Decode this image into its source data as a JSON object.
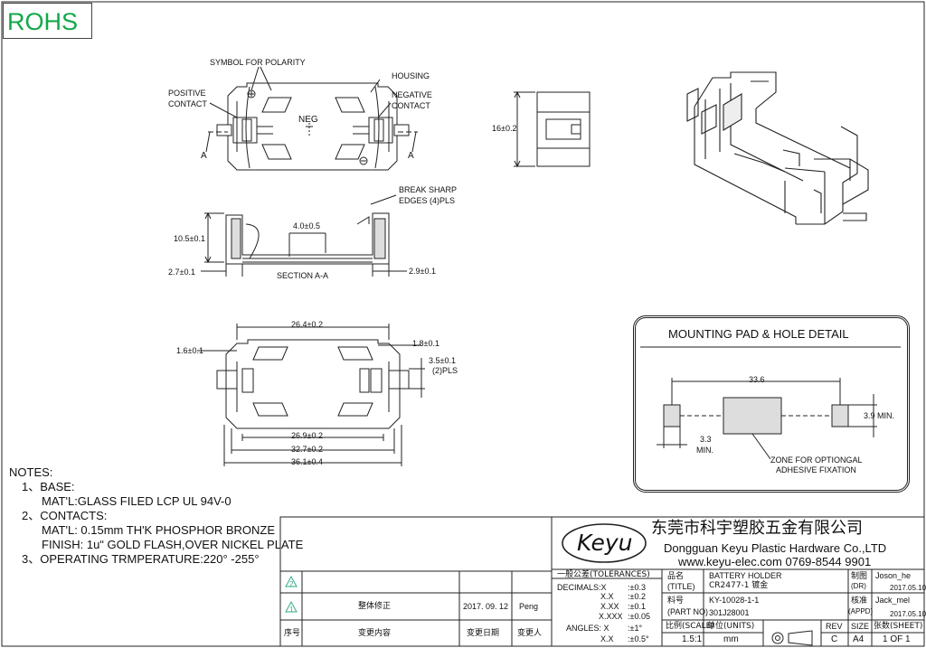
{
  "rohs": "ROHS",
  "top_view": {
    "symbol_for_polarity": "SYMBOL FOR POLARITY",
    "housing": "HOUSING",
    "positive_contact_1": "POSITIVE",
    "positive_contact_2": "CONTACT",
    "negative_contact_1": "NEGATIVE",
    "negative_contact_2": "CONTACT",
    "neg": "NEG",
    "section_mark_left": "A",
    "section_mark_right": "A",
    "dim_height": "16±0.2"
  },
  "section_view": {
    "break_sharp_1": "BREAK SHARP",
    "break_sharp_2": "EDGES (4)PLS",
    "dim_4": "4.0±0.5",
    "dim_10_5": "10.5±0.1",
    "dim_2_7": "2.7±0.1",
    "dim_2_9": "2.9±0.1",
    "section_label": "SECTION A-A"
  },
  "bottom_view": {
    "dim_26_4": "26.4±0.2",
    "dim_1_6": "1.6±0.1",
    "dim_1_8": "1.8±0.1",
    "dim_3_5": "3.5±0.1",
    "dim_3_5_pls": "(2)PLS",
    "dim_26_9": "26.9±0.2",
    "dim_32_7": "32.7±0.2",
    "dim_36_1": "36.1±0.4"
  },
  "mounting": {
    "title": "MOUNTING PAD & HOLE DETAIL",
    "dim_33_6": "33.6",
    "dim_3_9": "3.9 MIN.",
    "dim_3_3": "3.3",
    "dim_3_3_min": "MIN.",
    "zone_1": "ZONE FOR OPTIONGAL",
    "zone_2": "ADHESIVE FIXATION"
  },
  "notes": {
    "heading": "NOTES:",
    "n1": "1、BASE:",
    "n1a": "MAT'L:GLASS FILED LCP UL 94V-0",
    "n2": "2、CONTACTS:",
    "n2a": "MAT'L: 0.15mm TH'K PHOSPHOR BRONZE",
    "n2b": "FINISH: 1uʺ GOLD FLASH,OVER NICKEL PLATE",
    "n3": "3、OPERATING TRMPERATURE:220° -255°"
  },
  "title_block": {
    "logo": "Keyu",
    "company_cn": "东莞市科宇塑胶五金有限公司",
    "company_en": "Dongguan Keyu Plastic Hardware Co.,LTD",
    "web_phone": "www.keyu-elec.com   0769-8544 9901",
    "tol_header": "一般公差(TOLERANCES)",
    "tol_decimals": "DECIMALS:X",
    "tol_x": ":±0.3",
    "tol_xx_lbl": "X.X",
    "tol_xx": ":±0.2",
    "tol_xxx_lbl": "X.XX",
    "tol_xxx": ":±0.1",
    "tol_xxxx_lbl": "X.XXX",
    "tol_xxxx": ":±0.05",
    "angles": "ANGLES: X",
    "angle_x": ":±1°",
    "angle_xx_lbl": "X.X",
    "angle_xx": ":±0.5°",
    "title_lbl_cn": "品名",
    "title_lbl_en": "(TITLE)",
    "title_1": "BATTERY HOLDER",
    "title_2": "CR2477-1  镀金",
    "part_lbl_cn": "料号",
    "part_lbl_en": "(PART NO)",
    "part_1": "KY-10028-1-1",
    "part_2": "301J28001",
    "dr_lbl_cn": "制图",
    "dr_lbl_en": "(DR)",
    "dr_name": "Joson_he",
    "dr_date": "2017.05.10",
    "appd_lbl_cn": "核准",
    "appd_lbl_en": "(APPD)",
    "appd_name": "Jack_mel",
    "appd_date": "2017.05.10",
    "scale_lbl": "比例(SCALE)",
    "scale": "1.5:1",
    "units_lbl": "单位(UNITS)",
    "units": "mm",
    "rev_lbl": "REV",
    "rev": "C",
    "size_lbl": "SIZE",
    "size": "A4",
    "sheet_lbl": "张数(SHEET)",
    "sheet": "1 OF 1",
    "rev_row1_mark": "2",
    "rev_row2_mark": "1",
    "rev_row2_desc": "整体修正",
    "rev_row2_date": "2017. 09. 12",
    "rev_row2_by": "Peng",
    "hdr_no": "序号",
    "hdr_content": "变更内容",
    "hdr_date": "变更日期",
    "hdr_person": "变更人"
  }
}
